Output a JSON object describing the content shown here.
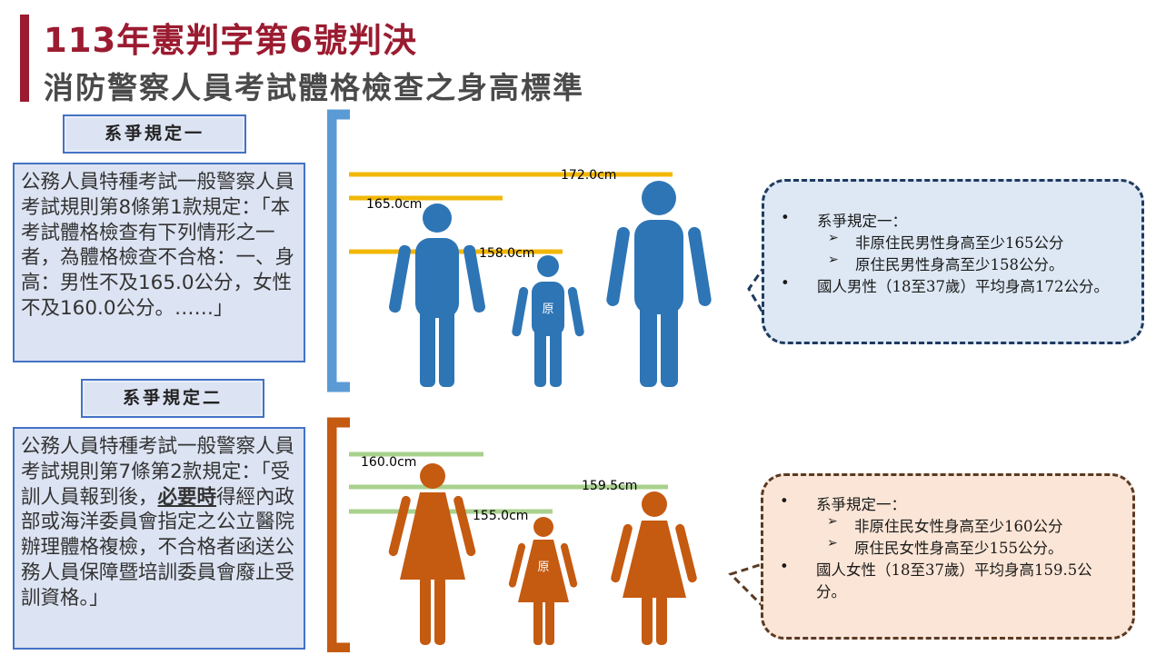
{
  "title": {
    "line1": "113年憲判字第6號判決",
    "line2": "消防警察人員考試體格檢查之身高標準"
  },
  "rule1": {
    "heading": "系爭規定一",
    "body": "公務人員特種考試一般警察人員考試規則第8條第1款規定：「本考試體格檢查有下列情形之一者，為體格檢查不合格：一、身高：男性不及165.0公分，女性不及160.0公分。……」"
  },
  "rule2": {
    "heading": "系爭規定二",
    "body_before": "公務人員特種考試一般警察人員考試規則第7條第2款規定：「受訓人員報到後，",
    "body_emph": "必要時",
    "body_after": "得經內政部或海洋委員會指定之公立醫院辦理體格複檢，不合格者函送公務人員保障暨培訓委員會廢止受訓資格。」"
  },
  "male_chart": {
    "labels": [
      "172.0cm",
      "165.0cm",
      "158.0cm"
    ],
    "values_cm": [
      172.0,
      165.0,
      158.0
    ],
    "figure_mark": "原",
    "colors": {
      "bracket": "#5b9bd5",
      "line": "#f2b705",
      "figure": "#2e75b6"
    }
  },
  "female_chart": {
    "labels": [
      "160.0cm",
      "159.5cm",
      "155.0cm"
    ],
    "values_cm": [
      160.0,
      159.5,
      155.0
    ],
    "figure_mark": "原",
    "colors": {
      "bracket": "#c55a11",
      "line": "#a9d18e",
      "figure": "#c55a11"
    }
  },
  "male_bubble": {
    "items": [
      {
        "text": "系爭規定一：",
        "sub": [
          "非原住民男性身高至少165公分",
          "原住民男性身高至少158公分。"
        ]
      },
      {
        "text": "國人男性（18至37歲）平均身高172公分。",
        "sub": []
      }
    ],
    "colors": {
      "fill": "#dde8f4",
      "border": "#1f3a5f"
    }
  },
  "female_bubble": {
    "items": [
      {
        "text": "系爭規定一：",
        "sub": [
          "非原住民女性身高至少160公分",
          "原住民女性身高至少155公分。"
        ]
      },
      {
        "text": "國人女性（18至37歲）平均身高159.5公分。",
        "sub": []
      }
    ],
    "colors": {
      "fill": "#fbe5d6",
      "border": "#5a3a24"
    }
  }
}
